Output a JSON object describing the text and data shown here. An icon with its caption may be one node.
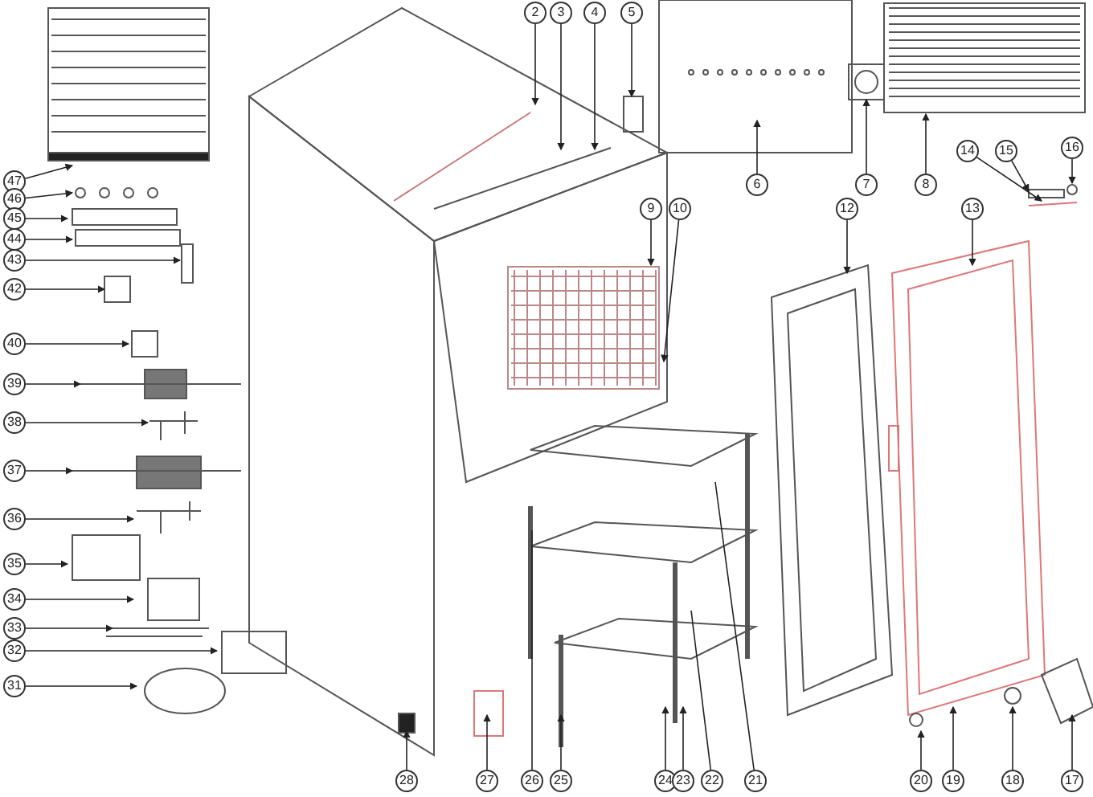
{
  "diagram": {
    "nodes": [
      {
        "text": [
          "47"
        ]
      },
      {
        "text": [
          "46"
        ]
      },
      {
        "text": [
          "45"
        ]
      },
      {
        "text": [
          "44"
        ]
      },
      {
        "text": [
          "43"
        ]
      },
      {
        "text": [
          "42"
        ]
      },
      {
        "text": [
          "40"
        ]
      },
      {
        "text": [
          "39"
        ]
      },
      {
        "text": [
          "38"
        ]
      },
      {
        "text": [
          "37"
        ]
      },
      {
        "text": [
          "36"
        ]
      },
      {
        "text": [
          "35"
        ]
      },
      {
        "text": [
          "34"
        ]
      },
      {
        "text": [
          "33"
        ]
      },
      {
        "text": [
          "32"
        ]
      },
      {
        "text": [
          "31"
        ]
      },
      {
        "text": [
          "2"
        ]
      },
      {
        "text": [
          "3"
        ]
      },
      {
        "text": [
          "4"
        ]
      },
      {
        "text": [
          "5"
        ]
      },
      {
        "text": [
          "6"
        ]
      },
      {
        "text": [
          "7"
        ]
      },
      {
        "text": [
          "8"
        ]
      },
      {
        "text": [
          "14"
        ]
      },
      {
        "text": [
          "15"
        ]
      },
      {
        "text": [
          "16"
        ]
      },
      {
        "text": [
          "9"
        ]
      },
      {
        "text": [
          "10"
        ]
      },
      {
        "text": [
          "12"
        ]
      },
      {
        "text": [
          "13"
        ]
      },
      {
        "text": [
          "28"
        ]
      },
      {
        "text": [
          "27"
        ]
      },
      {
        "text": [
          "26"
        ]
      },
      {
        "text": [
          "25"
        ]
      },
      {
        "text": [
          "24"
        ]
      },
      {
        "text": [
          "23"
        ]
      },
      {
        "text": [
          "22"
        ]
      },
      {
        "text": [
          "21"
        ]
      },
      {
        "text": [
          "20"
        ]
      },
      {
        "text": [
          "19"
        ]
      },
      {
        "text": [
          "18"
        ]
      },
      {
        "text": [
          "17"
        ]
      }
    ],
    "edges": [
      {
        "from": 0,
        "to": null,
        "arrow": "to"
      },
      {
        "from": 1,
        "to": null,
        "arrow": "to"
      },
      {
        "from": 2,
        "to": null,
        "arrow": "to"
      },
      {
        "from": 3,
        "to": null,
        "arrow": "to"
      },
      {
        "from": 4,
        "to": null,
        "arrow": "to"
      },
      {
        "from": 5,
        "to": null,
        "arrow": "to"
      },
      {
        "from": 6,
        "to": null,
        "arrow": "to"
      },
      {
        "from": 7,
        "to": null,
        "arrow": "to"
      },
      {
        "from": 8,
        "to": null,
        "arrow": "to"
      },
      {
        "from": 9,
        "to": null,
        "arrow": "to"
      },
      {
        "from": 10,
        "to": null,
        "arrow": "to"
      },
      {
        "from": 11,
        "to": null,
        "arrow": "to"
      },
      {
        "from": 12,
        "to": null,
        "arrow": "to"
      },
      {
        "from": 13,
        "to": null,
        "arrow": "to"
      },
      {
        "from": 14,
        "to": null,
        "arrow": "to"
      },
      {
        "from": 15,
        "to": null,
        "arrow": "to"
      },
      {
        "from": 16,
        "to": null,
        "arrow": "to"
      },
      {
        "from": 17,
        "to": null,
        "arrow": "to"
      },
      {
        "from": 18,
        "to": null,
        "arrow": "to"
      },
      {
        "from": 19,
        "to": null,
        "arrow": "to"
      },
      {
        "from": 20,
        "to": null,
        "arrow": "to"
      },
      {
        "from": 21,
        "to": null,
        "arrow": "to"
      },
      {
        "from": 22,
        "to": null,
        "arrow": "to"
      },
      {
        "from": 23,
        "to": null,
        "arrow": "to"
      },
      {
        "from": 24,
        "to": null,
        "arrow": "to"
      },
      {
        "from": 25,
        "to": null,
        "arrow": "to"
      },
      {
        "from": 26,
        "to": null,
        "arrow": "to"
      },
      {
        "from": 27,
        "to": null,
        "arrow": "to"
      },
      {
        "from": 28,
        "to": null,
        "arrow": "to"
      },
      {
        "from": 29,
        "to": null,
        "arrow": "to"
      },
      {
        "from": 30,
        "to": null,
        "arrow": "to"
      },
      {
        "from": 31,
        "to": null,
        "arrow": "to"
      },
      {
        "from": 32,
        "to": null,
        "arrow": "none"
      },
      {
        "from": 33,
        "to": null,
        "arrow": "to"
      },
      {
        "from": 34,
        "to": null,
        "arrow": "to"
      },
      {
        "from": 35,
        "to": null,
        "arrow": "to"
      },
      {
        "from": 36,
        "to": null,
        "arrow": "none"
      },
      {
        "from": 37,
        "to": null,
        "arrow": "none"
      },
      {
        "from": 38,
        "to": null,
        "arrow": "to"
      },
      {
        "from": 39,
        "to": null,
        "arrow": "to"
      },
      {
        "from": 40,
        "to": null,
        "arrow": "to"
      },
      {
        "from": 41,
        "to": null,
        "arrow": "to"
      }
    ]
  }
}
